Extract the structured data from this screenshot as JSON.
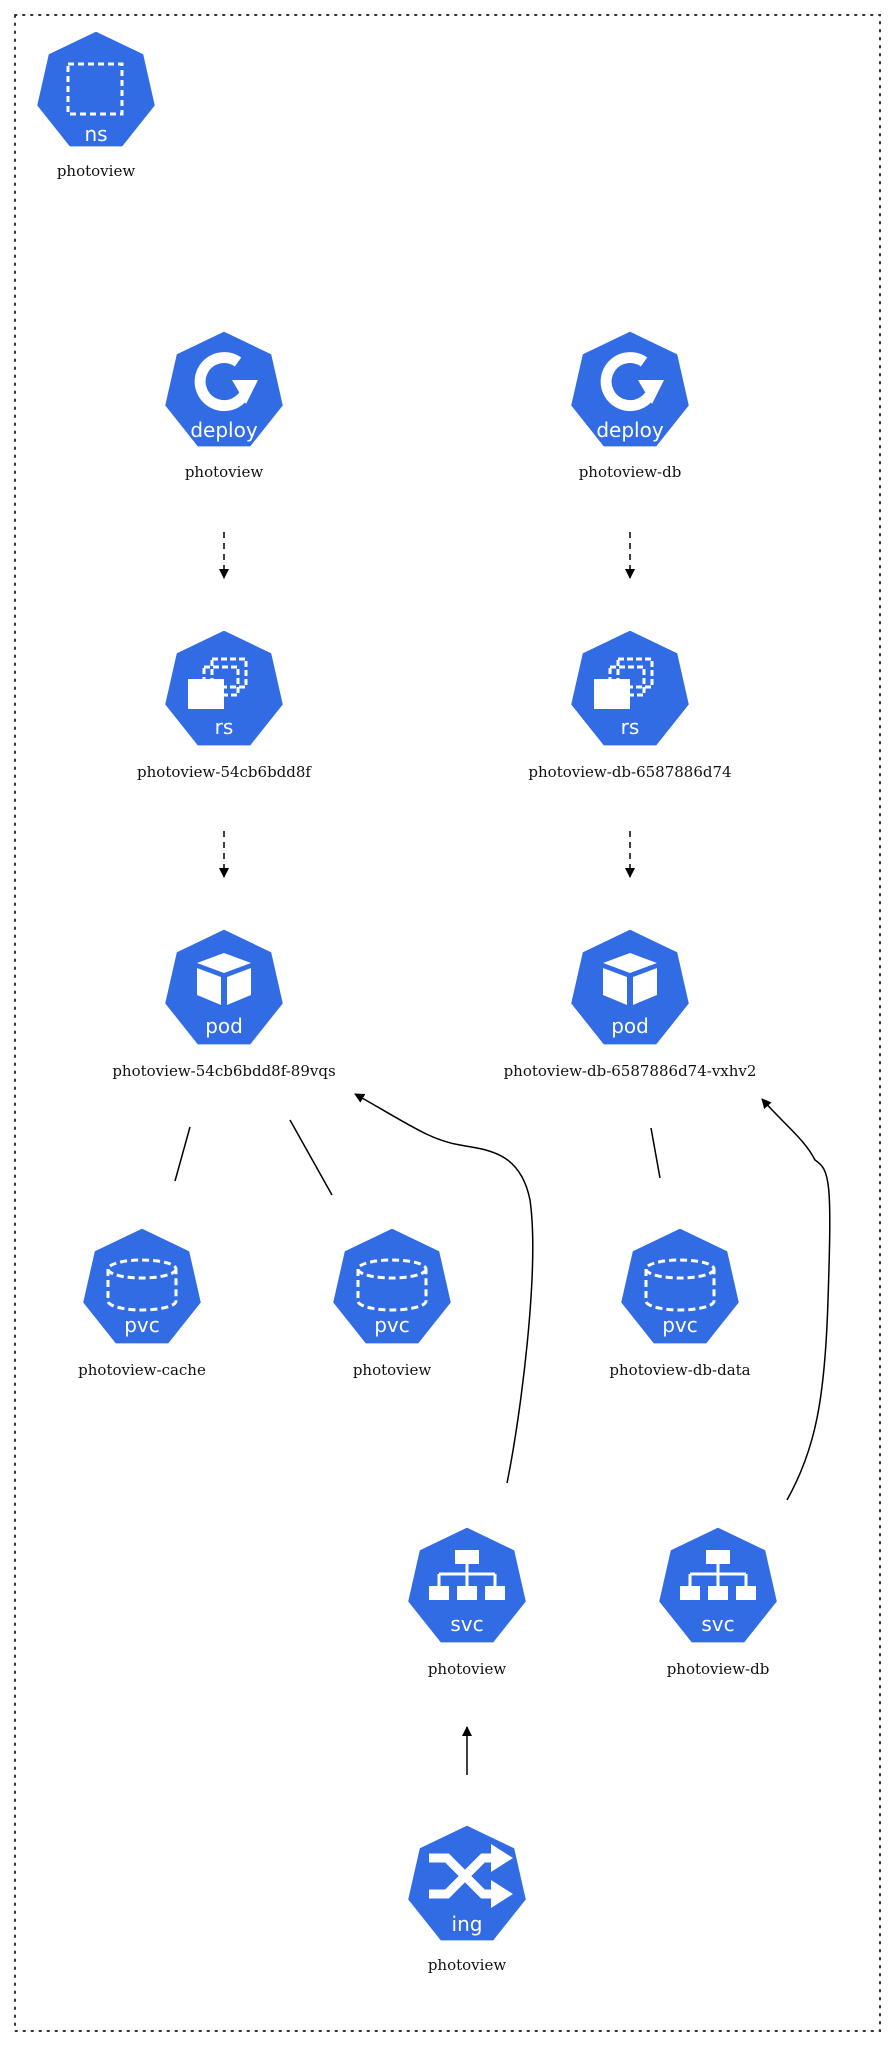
{
  "colors": {
    "node_fill": "#326ce5",
    "icon": "#ffffff",
    "edge": "#000000",
    "frame": "#333333"
  },
  "nodes": [
    {
      "id": "ns",
      "kind": "ns",
      "icon": "namespace-icon",
      "tag": "ns",
      "label": "photoview"
    },
    {
      "id": "deploy-photoview",
      "kind": "deploy",
      "icon": "deployment-icon",
      "tag": "deploy",
      "label": "photoview"
    },
    {
      "id": "deploy-photoview-db",
      "kind": "deploy",
      "icon": "deployment-icon",
      "tag": "deploy",
      "label": "photoview-db"
    },
    {
      "id": "rs-photoview",
      "kind": "rs",
      "icon": "replicaset-icon",
      "tag": "rs",
      "label": "photoview-54cb6bdd8f"
    },
    {
      "id": "rs-photoview-db",
      "kind": "rs",
      "icon": "replicaset-icon",
      "tag": "rs",
      "label": "photoview-db-6587886d74"
    },
    {
      "id": "pod-photoview",
      "kind": "pod",
      "icon": "pod-cube-icon",
      "tag": "pod",
      "label": "photoview-54cb6bdd8f-89vqs"
    },
    {
      "id": "pod-photoview-db",
      "kind": "pod",
      "icon": "pod-cube-icon",
      "tag": "pod",
      "label": "photoview-db-6587886d74-vxhv2"
    },
    {
      "id": "pvc-photoview-cache",
      "kind": "pvc",
      "icon": "volume-icon",
      "tag": "pvc",
      "label": "photoview-cache"
    },
    {
      "id": "pvc-photoview",
      "kind": "pvc",
      "icon": "volume-icon",
      "tag": "pvc",
      "label": "photoview"
    },
    {
      "id": "pvc-photoview-db-data",
      "kind": "pvc",
      "icon": "volume-icon",
      "tag": "pvc",
      "label": "photoview-db-data"
    },
    {
      "id": "svc-photoview",
      "kind": "svc",
      "icon": "service-tree-icon",
      "tag": "svc",
      "label": "photoview"
    },
    {
      "id": "svc-photoview-db",
      "kind": "svc",
      "icon": "service-tree-icon",
      "tag": "svc",
      "label": "photoview-db"
    },
    {
      "id": "ing-photoview",
      "kind": "ing",
      "icon": "ingress-shuffle-icon",
      "tag": "ing",
      "label": "photoview"
    }
  ],
  "edges": [
    {
      "from": "deploy-photoview",
      "to": "rs-photoview",
      "style": "dashed",
      "arrow": true
    },
    {
      "from": "deploy-photoview-db",
      "to": "rs-photoview-db",
      "style": "dashed",
      "arrow": true
    },
    {
      "from": "rs-photoview",
      "to": "pod-photoview",
      "style": "dashed",
      "arrow": true
    },
    {
      "from": "rs-photoview-db",
      "to": "pod-photoview-db",
      "style": "dashed",
      "arrow": true
    },
    {
      "from": "pod-photoview",
      "to": "pvc-photoview-cache",
      "style": "solid",
      "arrow": false
    },
    {
      "from": "pod-photoview",
      "to": "pvc-photoview",
      "style": "solid",
      "arrow": false
    },
    {
      "from": "pod-photoview-db",
      "to": "pvc-photoview-db-data",
      "style": "solid",
      "arrow": false
    },
    {
      "from": "svc-photoview",
      "to": "pod-photoview",
      "style": "solid",
      "arrow": true
    },
    {
      "from": "svc-photoview-db",
      "to": "pod-photoview-db",
      "style": "solid",
      "arrow": true
    },
    {
      "from": "ing-photoview",
      "to": "svc-photoview",
      "style": "solid",
      "arrow": true
    }
  ]
}
